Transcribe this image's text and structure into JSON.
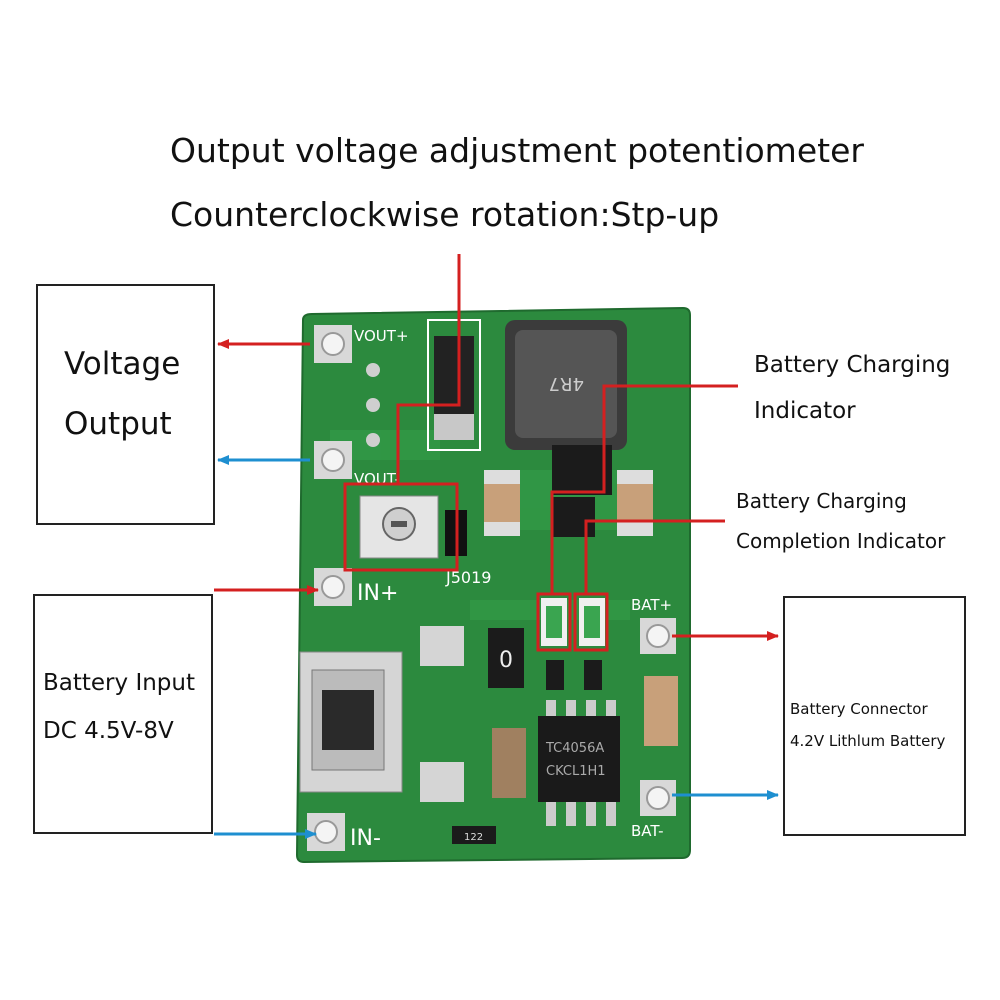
{
  "heading": {
    "line1": "Output voltage adjustment potentiometer",
    "line2": "Counterclockwise rotation:Stp-up"
  },
  "boxes": {
    "voltage_output": {
      "line1": "Voltage",
      "line2": "Output"
    },
    "battery_input": {
      "line1": "Battery Input",
      "line2": "DC 4.5V-8V"
    },
    "battery_connector": {
      "line1": "Battery Connector",
      "line2": "4.2V Lithlum Battery"
    }
  },
  "indicators": {
    "charging": {
      "line1": "Battery Charging",
      "line2": "Indicator"
    },
    "completion": {
      "line1": "Battery Charging",
      "line2": "Completion Indicator"
    }
  },
  "board": {
    "vout_plus": "VOUT+",
    "vout_minus": "VOUT-",
    "in_plus": "IN+",
    "in_minus": "IN-",
    "bat_plus": "BAT+",
    "bat_minus": "BAT-",
    "model": "J5019",
    "inductor_code": "4R7",
    "chip_line1": "TC4056A",
    "chip_line2": "CKCL1H1",
    "resistor_code": "122"
  },
  "colors": {
    "pcb_green": "#2c8a3e",
    "arrow_red": "#d42020",
    "arrow_blue": "#1e8fd0",
    "highlight_red": "#d42020"
  }
}
